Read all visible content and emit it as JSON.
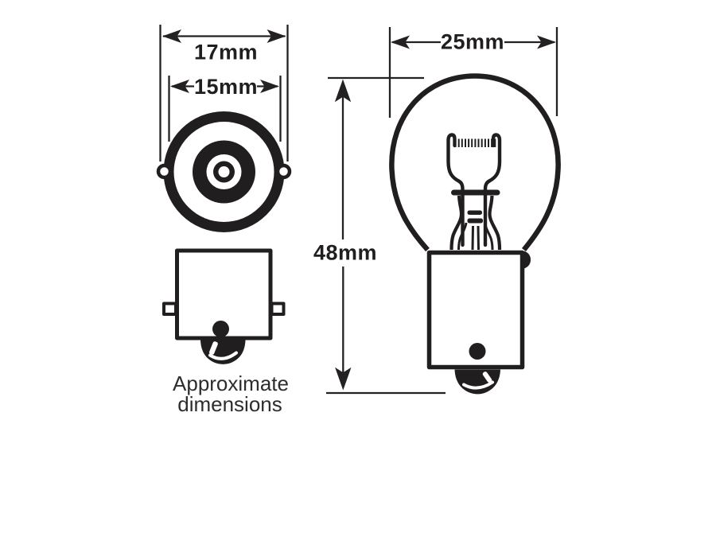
{
  "page": {
    "background_color": "#ffffff",
    "ink_color": "#211e1f",
    "dimension_line_color": "#242122",
    "label_color": "#211e1f"
  },
  "diagram": {
    "dimensions": {
      "base_outer_diameter": "17mm",
      "base_inner_diameter": "15mm",
      "bulb_diameter": "25mm",
      "overall_height": "48mm"
    },
    "caption_line1": "Approximate",
    "caption_line2": "dimensions"
  }
}
